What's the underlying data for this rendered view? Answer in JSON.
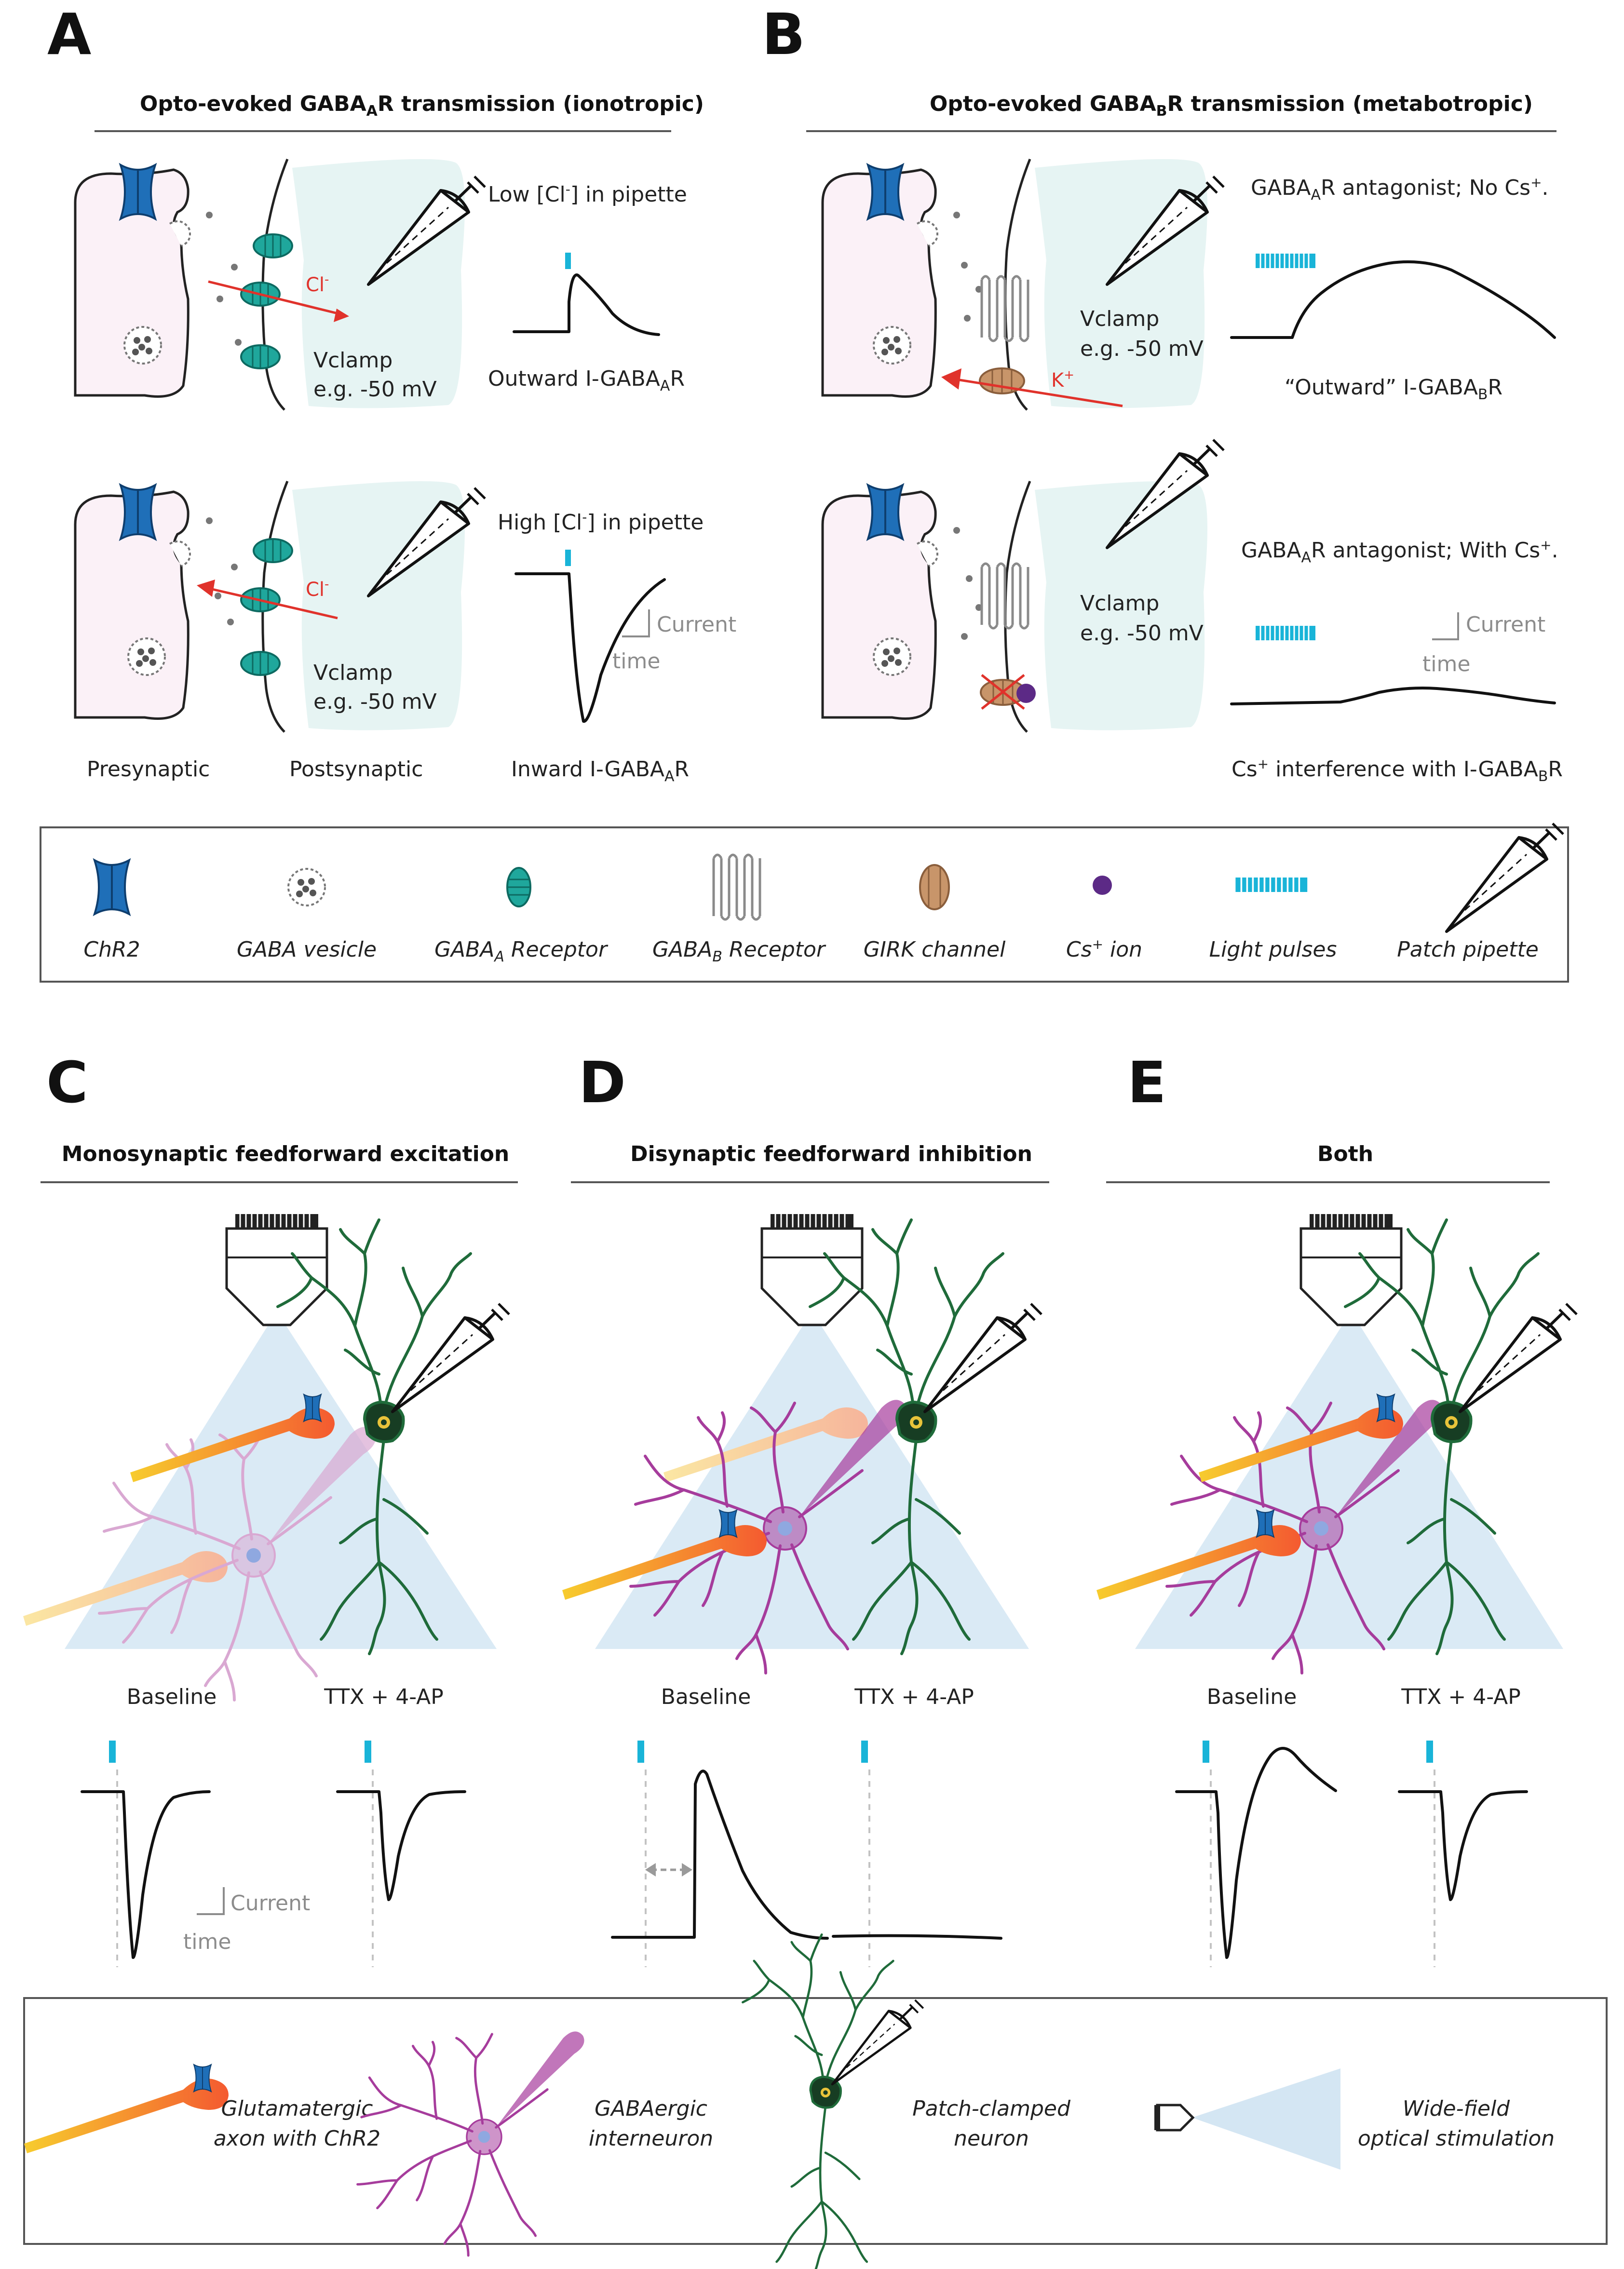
{
  "panels": {
    "a": {
      "letter": "A",
      "title": "Opto-evoked GABA",
      "title_sub": "A",
      "title_end": "R transmission (ionotropic)",
      "ion": "Cl",
      "ion_sup": "-",
      "vclamp": "Vclamp",
      "voltage": "e.g. -50 mV",
      "top_condition": "Low [Cl",
      "top_condition_sup": "-",
      "top_condition_end": "] in pipette",
      "top_result": "Outward I-GABA",
      "top_result_sub": "A",
      "top_result_end": "R",
      "bottom_condition": "High [Cl",
      "bottom_condition_sup": "-",
      "bottom_condition_end": "] in pipette",
      "bottom_result": "Inward I-GABA",
      "bottom_result_sub": "A",
      "bottom_result_end": "R",
      "presynaptic": "Presynaptic",
      "postsynaptic": "Postsynaptic",
      "scale_current": "Current",
      "scale_time": "time"
    },
    "b": {
      "letter": "B",
      "title": "Opto-evoked GABA",
      "title_sub": "B",
      "title_end": "R transmission (metabotropic)",
      "ion": "K",
      "ion_sup": "+",
      "vclamp": "Vclamp",
      "voltage": "e.g. -50 mV",
      "top_condition": "GABA",
      "top_condition_sub": "A",
      "top_condition_end": "R antagonist; No Cs",
      "top_condition_sup": "+",
      "top_condition_tail": ".",
      "top_result": "“Outward” I-GABA",
      "top_result_sub": "B",
      "top_result_end": "R",
      "bottom_condition": "GABA",
      "bottom_condition_sub": "A",
      "bottom_condition_end": "R antagonist; With Cs",
      "bottom_condition_sup": "+",
      "bottom_condition_tail": ".",
      "bottom_result": "Cs",
      "bottom_result_sup": "+",
      "bottom_result_end": " interference with I-GABA",
      "bottom_result_sub": "B",
      "bottom_result_tail": "R",
      "scale_current": "Current",
      "scale_time": "time"
    },
    "c": {
      "letter": "C",
      "title": "Monosynaptic feedforward excitation",
      "baseline": "Baseline",
      "drug": "TTX + 4-AP",
      "scale_current": "Current",
      "scale_time": "time"
    },
    "d": {
      "letter": "D",
      "title": "Disynaptic feedforward inhibition",
      "baseline": "Baseline",
      "drug": "TTX + 4-AP"
    },
    "e": {
      "letter": "E",
      "title": "Both",
      "baseline": "Baseline",
      "drug": "TTX + 4-AP"
    }
  },
  "legend_top": {
    "chr2": "ChR2",
    "vesicle": "GABA vesicle",
    "gabaa": "GABA",
    "gabaa_sub": "A",
    "gabaa_end": " Receptor",
    "gabab": "GABA",
    "gabab_sub": "B",
    "gabab_end": " Receptor",
    "girk": "GIRK channel",
    "cs": "Cs",
    "cs_sup": "+",
    "cs_end": " ion",
    "light": "Light pulses",
    "pipette": "Patch pipette"
  },
  "legend_bottom": {
    "axon_1": "Glutamatergic",
    "axon_2": "axon with ChR2",
    "inter_1": "GABAergic",
    "inter_2": "interneuron",
    "patch_1": "Patch-clamped",
    "patch_2": "neuron",
    "wide_1": "Wide-field",
    "wide_2": "optical stimulation"
  },
  "colors": {
    "chr2": "#1f6fb8",
    "gabaa_receptor": "#1fa79c",
    "gabab_receptor": "#8a8a8a",
    "girk": "#c8956a",
    "cs_ion": "#5c2a86",
    "light": "#19b4d8",
    "arrow": "#e0322b",
    "interneuron": "#a63c9c",
    "patch_neuron": "#1f6b3a",
    "axon_start": "#f7cc2e",
    "axon_end": "#f45a30",
    "light_cone": "#d4e6f3"
  }
}
